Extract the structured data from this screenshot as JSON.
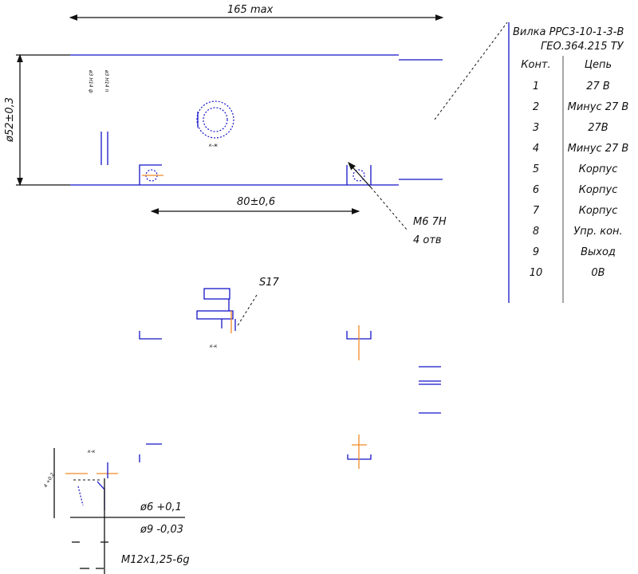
{
  "dimensions": {
    "overall_length": "165 max",
    "diameter": "ø52±0,3",
    "hole_spacing": "80±0,6",
    "hole_thread": "M6 7H",
    "hole_count": "4 отв",
    "wrench_size": "S17",
    "depth": "4 +0,2",
    "inner_diameter": "ø6 +0,1",
    "outer_diameter": "ø9 -0,03",
    "thread": "M12x1,25-6g"
  },
  "small_labels": {
    "vertical_a": "ø3 Н14 ф",
    "vertical_b": "ø3 Н14 п",
    "circle_caption": "к-ж",
    "s17_caption": "к-к",
    "detail_caption": "к-к"
  },
  "connector_table": {
    "title": "Вилка РРС3-10-1-3-В",
    "spec": "ГЕО.364.215 ТУ",
    "headers": [
      "Конт.",
      "Цепь"
    ],
    "rows": [
      [
        "1",
        "27 В"
      ],
      [
        "2",
        "Минус 27 В"
      ],
      [
        "3",
        "27В"
      ],
      [
        "4",
        "Минус 27 В"
      ],
      [
        "5",
        "Корпус"
      ],
      [
        "6",
        "Корпус"
      ],
      [
        "7",
        "Корпус"
      ],
      [
        "8",
        "Упр. кон."
      ],
      [
        "9",
        "Выход"
      ],
      [
        "10",
        "0В"
      ]
    ]
  },
  "colors": {
    "outline": "#1515c8",
    "dimension": "#111111",
    "centerline": "#f08a24",
    "table_divider": "#777777"
  }
}
